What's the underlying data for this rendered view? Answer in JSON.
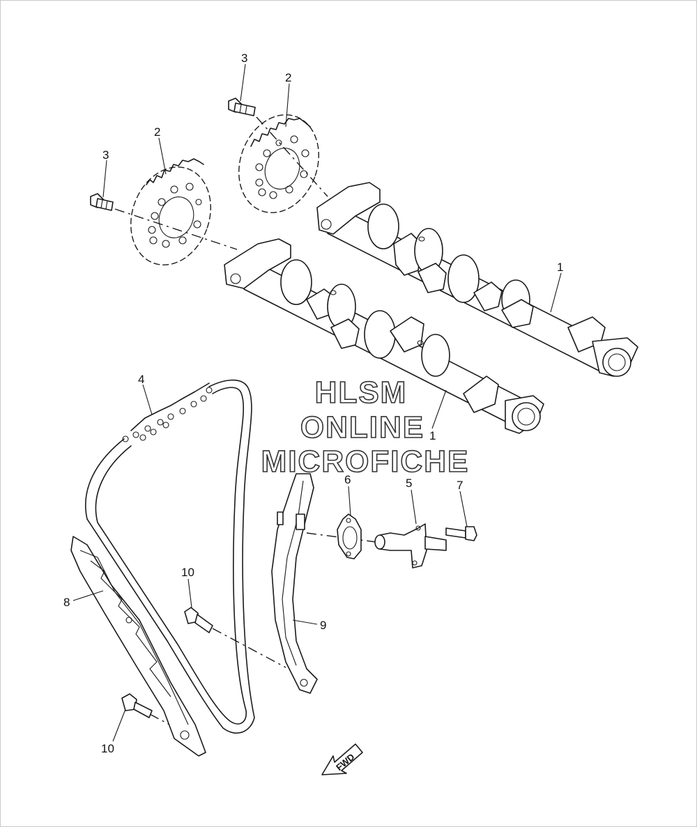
{
  "callouts": {
    "c1a": "1",
    "c1b": "1",
    "c2a": "2",
    "c2b": "2",
    "c3a": "3",
    "c3b": "3",
    "c4": "4",
    "c5": "5",
    "c6": "6",
    "c7": "7",
    "c8": "8",
    "c9": "9",
    "c10a": "10",
    "c10b": "10"
  },
  "watermark": {
    "line1": "HLSM",
    "line2": "ONLINE",
    "line3": "MICROFICHE"
  },
  "fwd_arrow": {
    "text": "FWD"
  }
}
